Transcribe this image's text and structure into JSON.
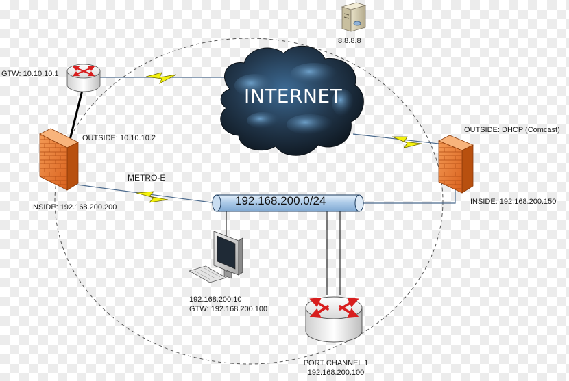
{
  "nodes": {
    "dns_server": {
      "label": "8.8.8.8",
      "icon": "server-icon"
    },
    "gateway_router": {
      "label": "GTW: 10.10.10.1",
      "icon": "router-icon"
    },
    "internet": {
      "label": "INTERNET",
      "icon": "cloud-icon"
    },
    "firewall_left": {
      "outside": "OUTSIDE: 10.10.10.2",
      "inside": "INSIDE: 192.168.200.200",
      "icon": "firewall-icon"
    },
    "firewall_right": {
      "outside": "OUTSIDE: DHCP (Comcast)",
      "inside": "INSIDE: 192.168.200.150",
      "icon": "firewall-icon"
    },
    "lan_bus": {
      "label": "192.168.200.0/24"
    },
    "workstation": {
      "ip": "192.168.200.10",
      "gateway": "GTW: 192.168.200.100",
      "icon": "workstation-icon"
    },
    "core_switch": {
      "line1": "PORT CHANNEL 1",
      "line2": "192.168.200.100",
      "icon": "router-icon"
    }
  },
  "links": {
    "metro_e": {
      "label": "METRO-E"
    }
  },
  "colors": {
    "cloud_dark": "#15222e",
    "cloud_light": "#4b7fae",
    "firewall_orange": "#e8772f",
    "lightning": "#f4f20e",
    "bus_fill": "#b7d3ee",
    "router_arrows": "#d81e1e"
  }
}
